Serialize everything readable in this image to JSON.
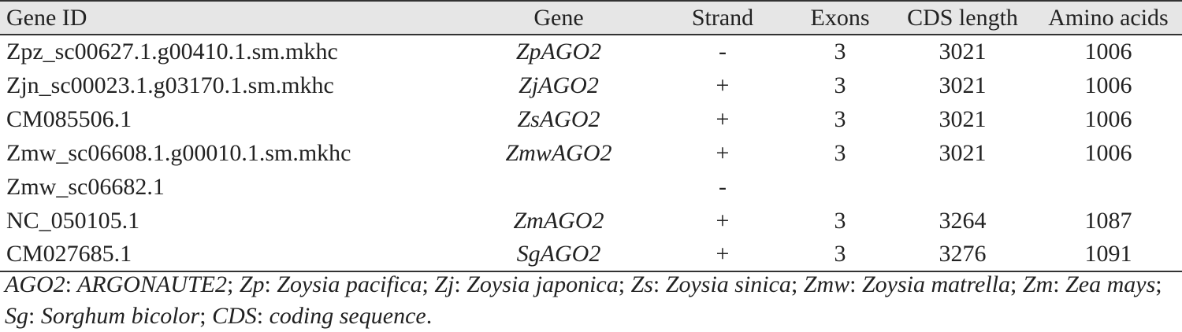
{
  "table": {
    "headers": {
      "gene_id": "Gene ID",
      "gene": "Gene",
      "strand": "Strand",
      "exons": "Exons",
      "cds_length": "CDS length",
      "amino_acids": "Amino acids"
    },
    "rows": [
      {
        "gene_id": "Zpz_sc00627.1.g00410.1.sm.mkhc",
        "gene": "ZpAGO2",
        "strand": "-",
        "exons": "3",
        "cds_length": "3021",
        "amino_acids": "1006"
      },
      {
        "gene_id": "Zjn_sc00023.1.g03170.1.sm.mkhc",
        "gene": "ZjAGO2",
        "strand": "+",
        "exons": "3",
        "cds_length": "3021",
        "amino_acids": "1006"
      },
      {
        "gene_id": "CM085506.1",
        "gene": "ZsAGO2",
        "strand": "+",
        "exons": "3",
        "cds_length": "3021",
        "amino_acids": "1006"
      },
      {
        "gene_id": "Zmw_sc06608.1.g00010.1.sm.mkhc",
        "gene": "ZmwAGO2",
        "strand": "+",
        "exons": "3",
        "cds_length": "3021",
        "amino_acids": "1006"
      },
      {
        "gene_id": "Zmw_sc06682.1",
        "gene": "",
        "strand": "-",
        "exons": "",
        "cds_length": "",
        "amino_acids": ""
      },
      {
        "gene_id": "NC_050105.1",
        "gene": "ZmAGO2",
        "strand": "+",
        "exons": "3",
        "cds_length": "3264",
        "amino_acids": "1087"
      },
      {
        "gene_id": "CM027685.1",
        "gene": "SgAGO2",
        "strand": "+",
        "exons": "3",
        "cds_length": "3276",
        "amino_acids": "1091"
      }
    ]
  },
  "footnote": [
    {
      "abbr": "AGO2",
      "full": "ARGONAUTE2"
    },
    {
      "abbr": "Zp",
      "full": "Zoysia pacifica"
    },
    {
      "abbr": "Zj",
      "full": "Zoysia japonica"
    },
    {
      "abbr": "Zs",
      "full": "Zoysia sinica"
    },
    {
      "abbr": "Zmw",
      "full": "Zoysia matrella"
    },
    {
      "abbr": "Zm",
      "full": "Zea mays"
    },
    {
      "abbr": "Sg",
      "full": "Sorghum bicolor"
    },
    {
      "abbr": "CDS",
      "full": "coding sequence"
    }
  ],
  "footnote_sep": {
    "colon": ":",
    "semicolon": ";",
    "period": "."
  }
}
